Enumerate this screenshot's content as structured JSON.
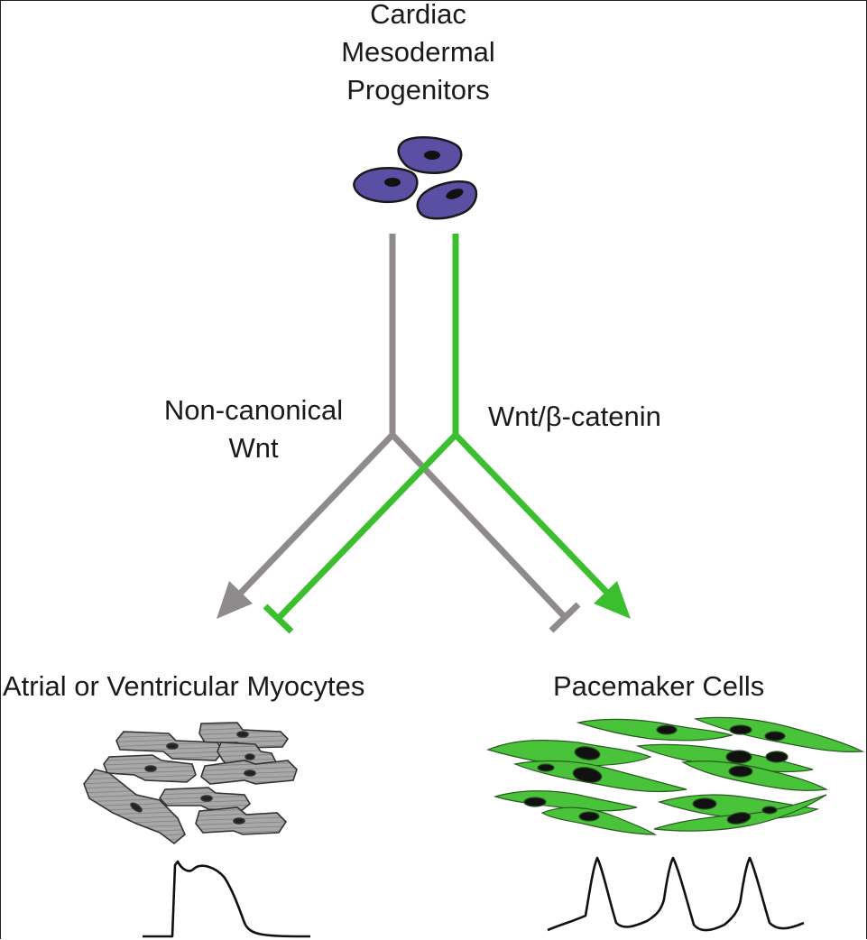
{
  "labels": {
    "progenitors": [
      "Cardiac",
      "Mesodermal",
      "Progenitors"
    ],
    "noncanonical": [
      "Non-canonical",
      "Wnt"
    ],
    "wnt_beta_catenin": "Wnt/β-catenin",
    "myocytes": "Atrial or Ventricular Myocytes",
    "pacemaker": "Pacemaker Cells"
  },
  "colors": {
    "progenitor_cell": "#5b4fa3",
    "noncanonical_pathway": "#8f8a8c",
    "wnt_beta_catenin_pathway": "#3cbf2e",
    "myocyte_cell": "#a3a3a3",
    "pacemaker_cell": "#49c33a",
    "text": "#1a1a1a"
  },
  "icons": {
    "progenitors": "progenitor-cells-icon",
    "myocytes": "myocyte-cells-icon",
    "pacemaker": "pacemaker-cells-icon",
    "myocyte_trace": "plateau-action-potential-icon",
    "pacemaker_trace": "pacemaker-action-potential-icon"
  }
}
